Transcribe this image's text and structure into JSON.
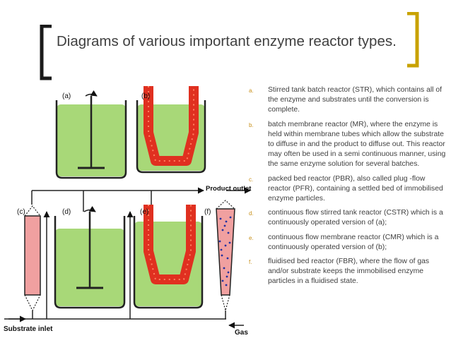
{
  "slide": {
    "title": "Diagrams of various important enzyme reactor types.",
    "accent_color": "#c8a200",
    "bracket_color": "#1a1a1a"
  },
  "diagram": {
    "labels": {
      "a": "(a)",
      "b": "(b)",
      "c": "(c)",
      "d": "(d)",
      "e": "(e)",
      "f": "(f)",
      "product_outlet": "Product outlet",
      "substrate_inlet": "Substrate inlet",
      "gas": "Gas"
    },
    "colors": {
      "liquid": "#a8d878",
      "membrane": "#e03020",
      "column": "#f0a0a0",
      "particles": "#2030a0"
    }
  },
  "reactors": [
    {
      "marker": "a.",
      "text": "Stirred tank batch reactor (STR), which contains all of the enzyme and substrates until the conversion is complete."
    },
    {
      "marker": "b.",
      "text": "batch membrane reactor (MR), where the enzyme is held within membrane tubes which allow the substrate to diffuse in and the product to diffuse out. This reactor may often be used in a semi continuous manner, using the same enzyme solution for several batches."
    },
    {
      "marker": "c.",
      "text": "packed bed reactor (PBR), also called plug -flow reactor (PFR), containing a settled bed of immobilised enzyme particles."
    },
    {
      "marker": "d.",
      "text": "continuous flow stirred tank reactor (CSTR) which is a continuously operated version of (a);"
    },
    {
      "marker": "e.",
      "text": "continuous flow membrane reactor (CMR) which is a continuously operated version of (b);"
    },
    {
      "marker": "f.",
      "text": "fluidised bed reactor (FBR), where the flow of gas and/or substrate keeps the immobilised enzyme particles in a fluidised state."
    }
  ]
}
